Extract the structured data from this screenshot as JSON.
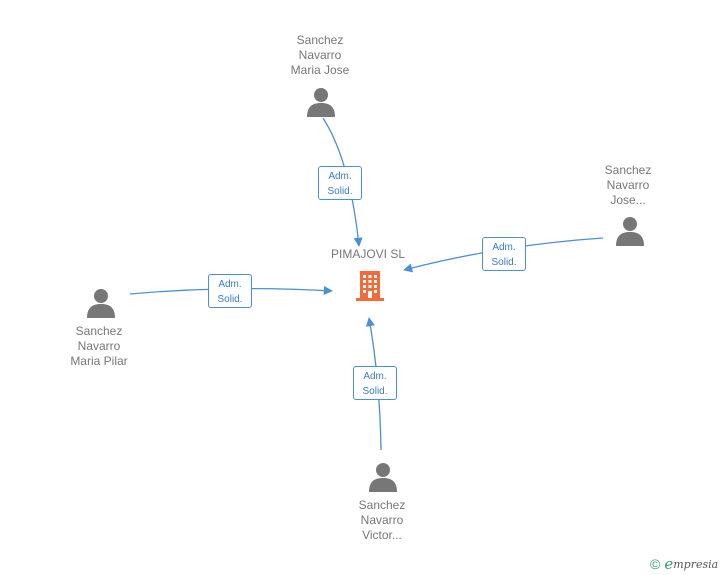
{
  "company": {
    "name": "PIMAJOVI SL",
    "icon": "building-icon",
    "color": "#f26b38"
  },
  "people": [
    {
      "id": "top",
      "lines": [
        "Sanchez",
        "Navarro",
        "Maria Jose"
      ],
      "icon": "person-icon"
    },
    {
      "id": "right",
      "lines": [
        "Sanchez",
        "Navarro",
        "Jose..."
      ],
      "icon": "person-icon"
    },
    {
      "id": "left",
      "lines": [
        "Sanchez",
        "Navarro",
        "Maria Pilar"
      ],
      "icon": "person-icon"
    },
    {
      "id": "bottom",
      "lines": [
        "Sanchez",
        "Navarro",
        "Victor..."
      ],
      "icon": "person-icon"
    }
  ],
  "edges": [
    {
      "from": "top",
      "role": [
        "Adm.",
        "Solid."
      ]
    },
    {
      "from": "right",
      "role": [
        "Adm.",
        "Solid."
      ]
    },
    {
      "from": "left",
      "role": [
        "Adm.",
        "Solid."
      ]
    },
    {
      "from": "bottom",
      "role": [
        "Adm.",
        "Solid."
      ]
    }
  ],
  "colors": {
    "edge": "#4a8fd8",
    "person": "#777777",
    "brand": "#2e9e6a"
  },
  "footer": {
    "copyright_symbol": "©",
    "brand_initial": "e",
    "brand_rest": "mpresia"
  }
}
